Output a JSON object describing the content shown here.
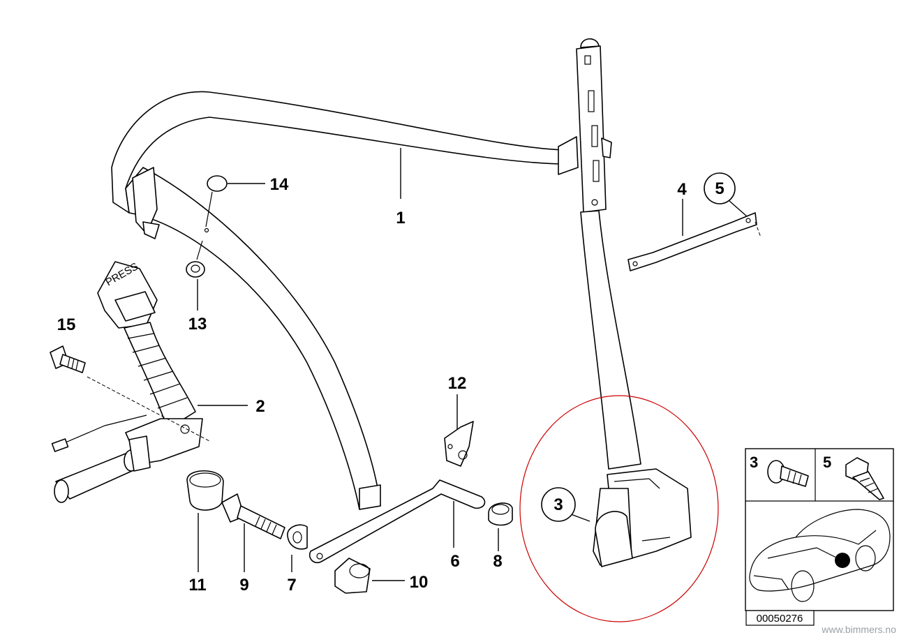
{
  "callouts": {
    "c1": "1",
    "c2": "2",
    "c3": "3",
    "c4": "4",
    "c5": "5",
    "c6": "6",
    "c7": "7",
    "c8": "8",
    "c9": "9",
    "c10": "10",
    "c11": "11",
    "c12": "12",
    "c13": "13",
    "c14": "14",
    "c15": "15"
  },
  "buckle_text": "PRESS",
  "inset": {
    "label_3": "3",
    "label_5": "5",
    "marker_color": "#000000"
  },
  "diagram_code": "00050276",
  "watermark": "www.bimmers.no",
  "colors": {
    "line": "#000000",
    "highlight_circle": "#cc0000"
  }
}
